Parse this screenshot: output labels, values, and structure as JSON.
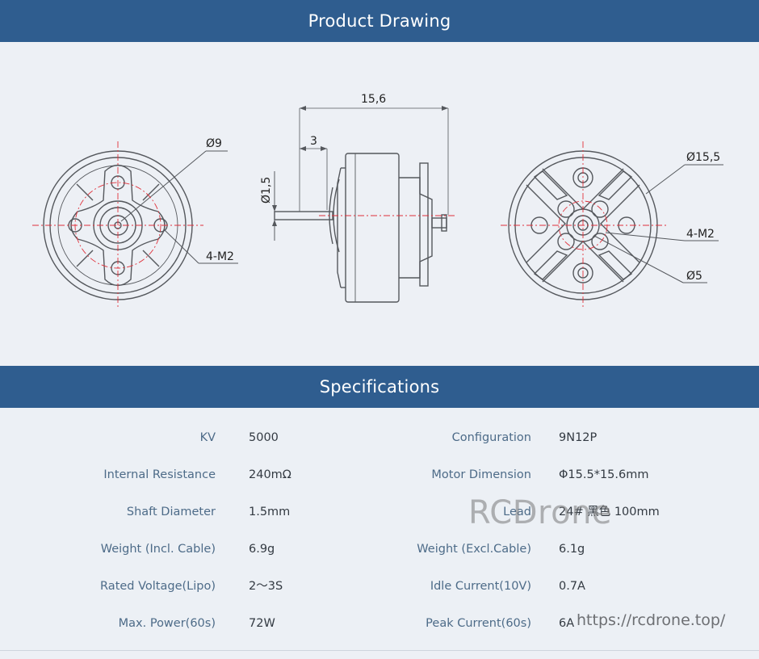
{
  "headers": {
    "drawing": "Product Drawing",
    "specs": "Specifications"
  },
  "drawing": {
    "left_view": {
      "dia_label": "Ø9",
      "screw_label": "4-M2"
    },
    "side_view": {
      "length_label": "15,6",
      "shaft_len_label": "3",
      "shaft_dia_label": "Ø1,5"
    },
    "right_view": {
      "dia_label": "Ø15,5",
      "screw_label": "4-M2",
      "inner_label": "Ø5"
    }
  },
  "specs": {
    "rows": [
      {
        "l_label": "KV",
        "l_value": "5000",
        "r_label": "Configuration",
        "r_value": "9N12P"
      },
      {
        "l_label": "Internal Resistance",
        "l_value": "240mΩ",
        "r_label": "Motor Dimension",
        "r_value": "Φ15.5*15.6mm"
      },
      {
        "l_label": "Shaft Diameter",
        "l_value": "1.5mm",
        "r_label": "Lead",
        "r_value": "24# 黑色 100mm"
      },
      {
        "l_label": "Weight (Incl. Cable)",
        "l_value": "6.9g",
        "r_label": "Weight (Excl.Cable)",
        "r_value": "6.1g"
      },
      {
        "l_label": "Rated Voltage(Lipo)",
        "l_value": "2～3S",
        "r_label": "Idle Current(10V)",
        "r_value": "0.7A"
      },
      {
        "l_label": "Max. Power(60s)",
        "l_value": "72W",
        "r_label": "Peak Current(60s)",
        "r_value": "6A"
      }
    ]
  },
  "watermark": {
    "brand": "RCDrone",
    "url": "https://rcdrone.top/"
  },
  "colors": {
    "banner": "#2f5d8f",
    "label": "#4d6b88",
    "centerline": "#e0303a"
  }
}
